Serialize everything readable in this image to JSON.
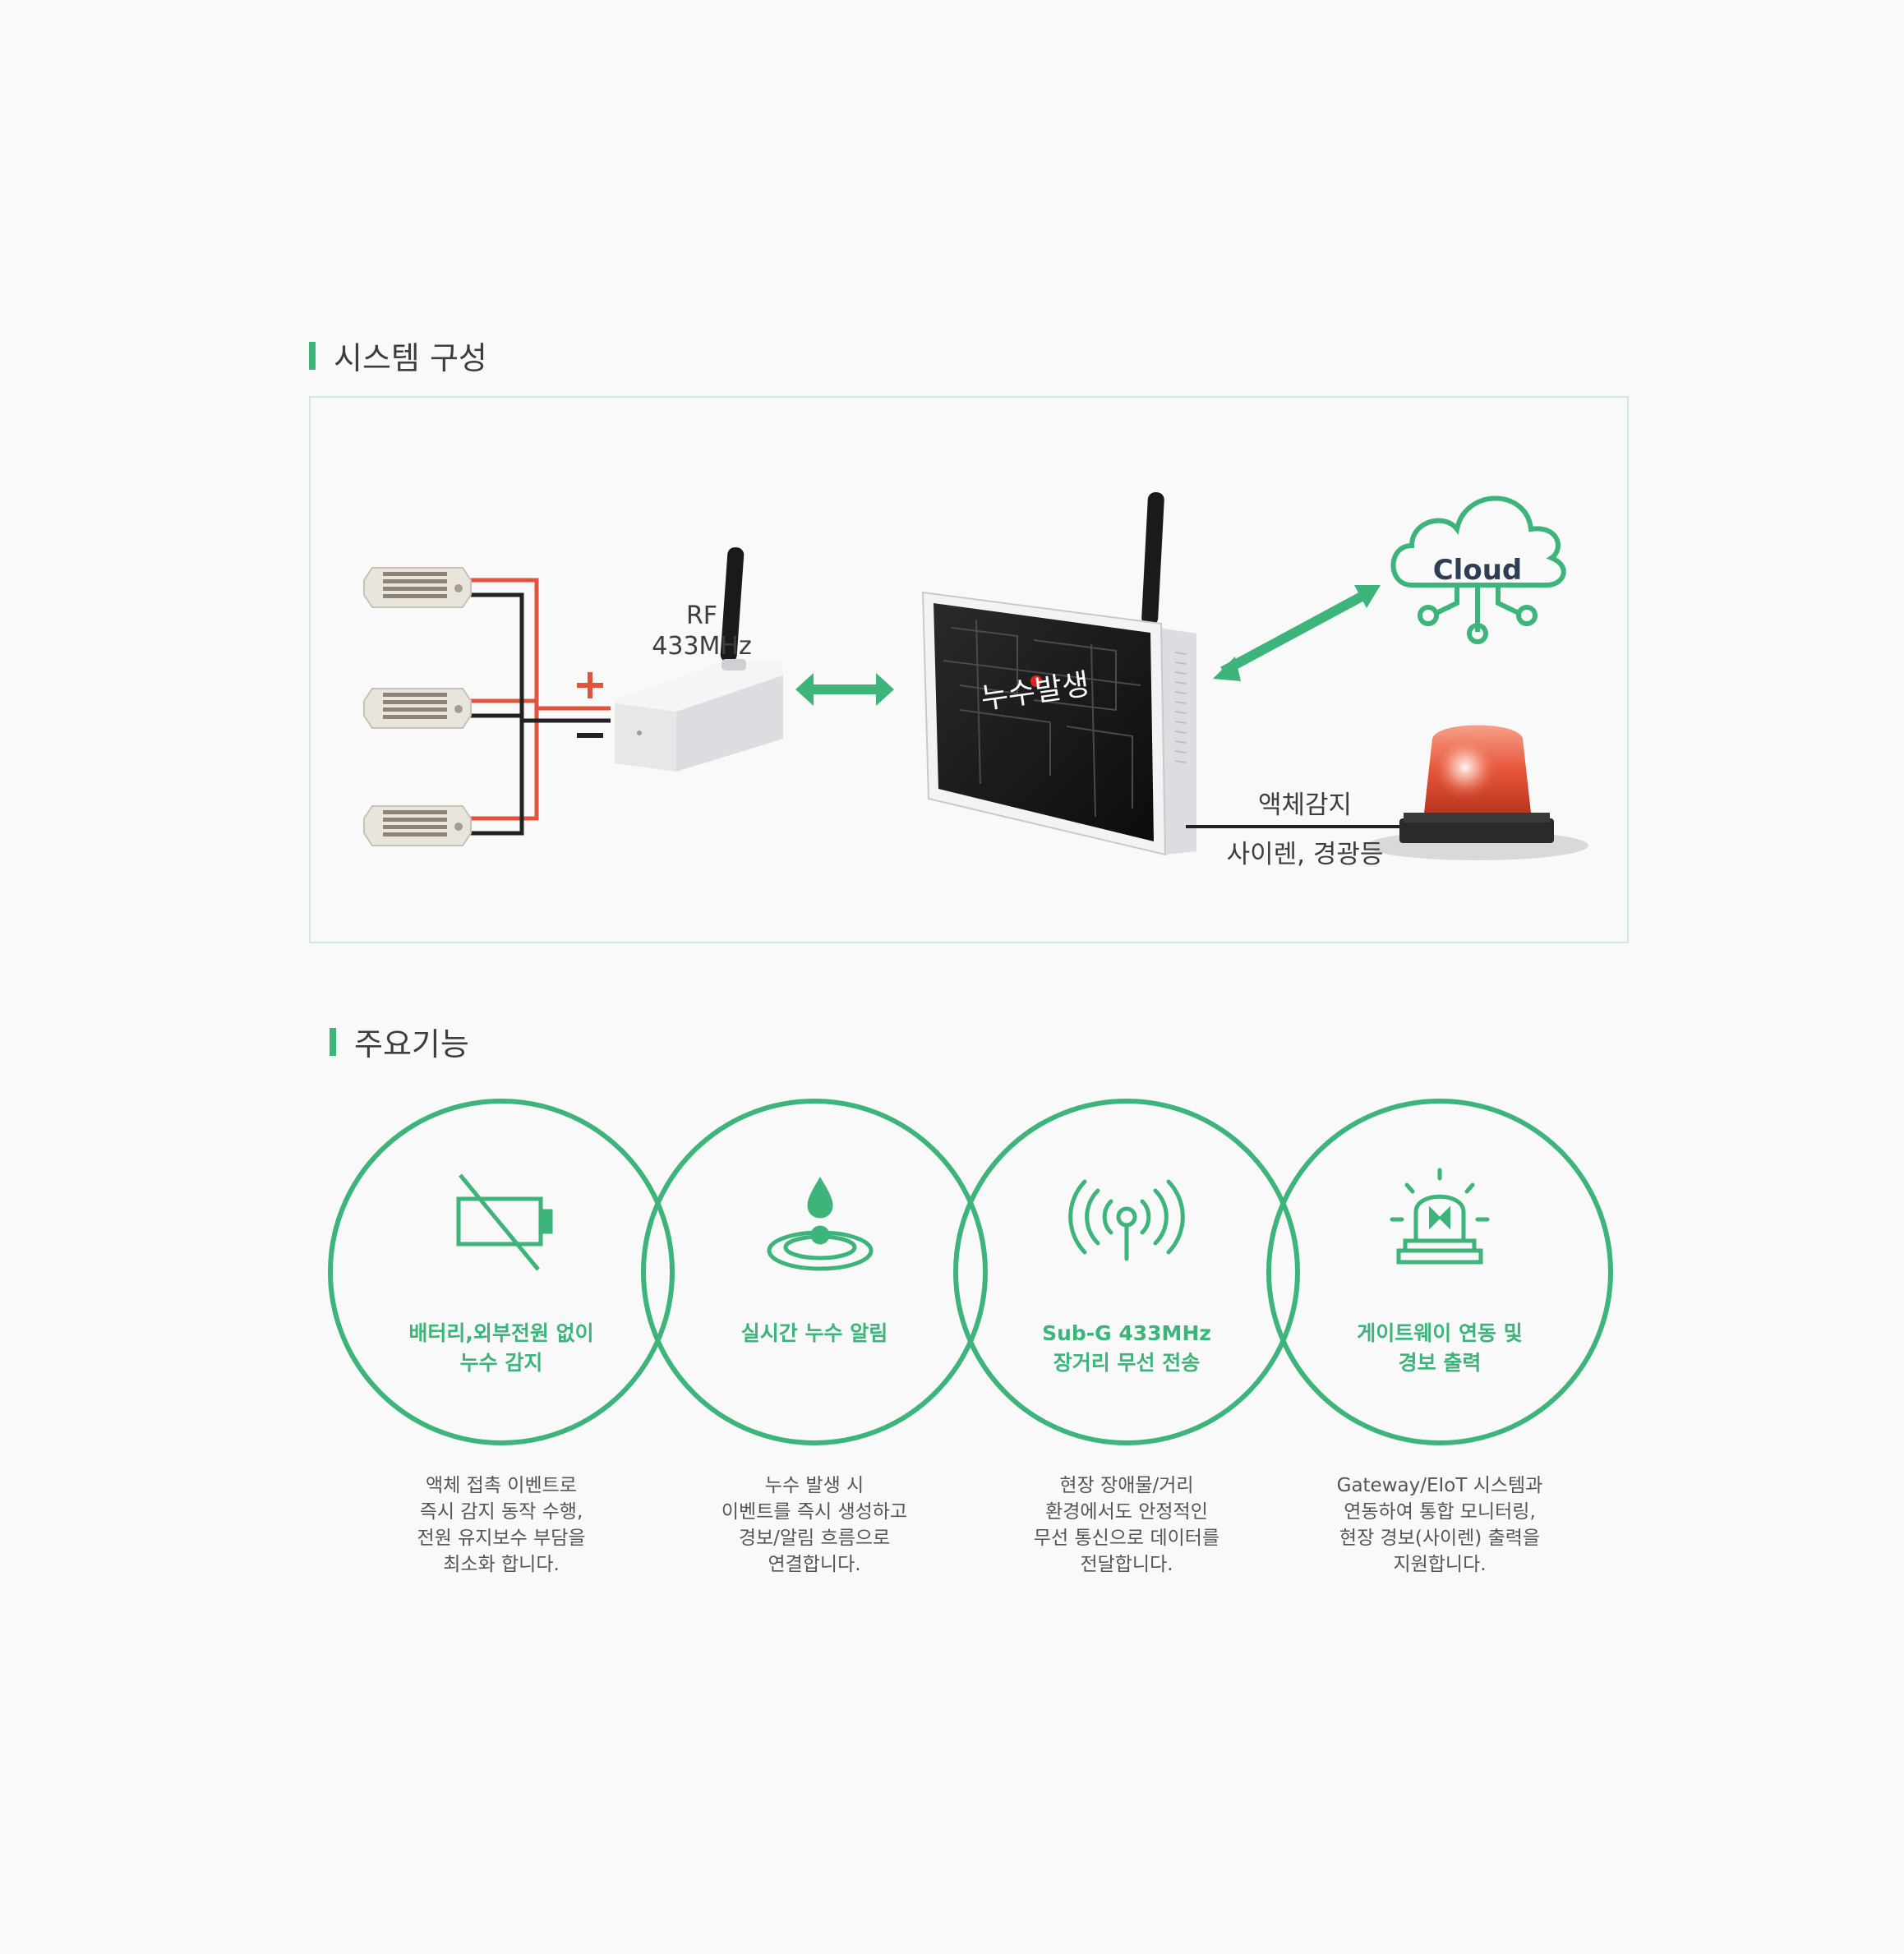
{
  "sections": {
    "system": {
      "title": "시스템 구성"
    },
    "features": {
      "title": "주요기능"
    }
  },
  "diagram": {
    "rf_label": "RF",
    "freq_label": "433MHz",
    "screen_text": "누수발생",
    "cloud_label": "Cloud",
    "liquid_label": "액체감지",
    "siren_label": "사이렌, 경광등"
  },
  "features": [
    {
      "icon": "battery-off-icon",
      "title_line1": "배터리,외부전원 없이",
      "title_line2": "누수 감지",
      "desc": [
        "액체 접촉 이벤트로",
        "즉시 감지 동작 수행,",
        "전원 유지보수 부담을",
        "최소화 합니다."
      ]
    },
    {
      "icon": "water-drop-icon",
      "title_line1": "실시간 누수 알림",
      "title_line2": "",
      "desc": [
        "누수 발생 시",
        "이벤트를 즉시 생성하고",
        "경보/알림 흐름으로",
        "연결합니다."
      ]
    },
    {
      "icon": "antenna-signal-icon",
      "title_line1": "Sub-G 433MHz",
      "title_line2": "장거리 무선 전송",
      "desc": [
        "현장 장애물/거리",
        "환경에서도 안정적인",
        "무선 통신으로 데이터를",
        "전달합니다."
      ]
    },
    {
      "icon": "siren-icon",
      "title_line1": "게이트웨이 연동 및",
      "title_line2": "경보 출력",
      "desc": [
        "Gateway/EIoT 시스템과",
        "연동하여 통합 모니터링,",
        "현장 경보(사이렌) 출력을",
        "지원합니다."
      ]
    }
  ],
  "colors": {
    "accent": "#3cb47a",
    "wire_red": "#e0533c",
    "wire_black": "#222222"
  }
}
